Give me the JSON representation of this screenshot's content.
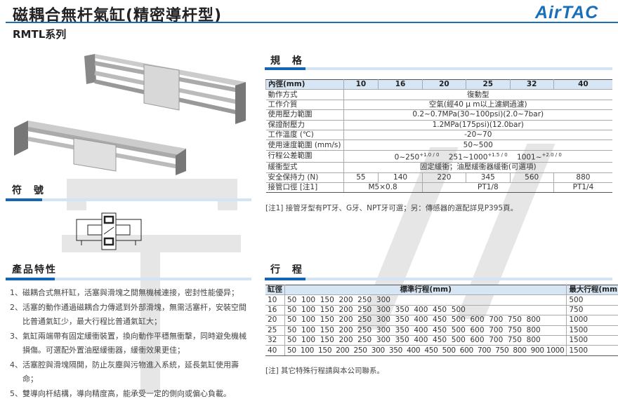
{
  "header": {
    "title": "磁耦合無杆氣缸(精密導杆型)",
    "series": "RMTL系列",
    "logo": "AirTAC"
  },
  "colors": {
    "accent": "#1565b5",
    "header_bg": "#d7e6f5"
  },
  "spec": {
    "heading": "規 格",
    "columns": [
      "內徑(mm)",
      "10",
      "16",
      "20",
      "25",
      "32",
      "40"
    ],
    "rows": [
      {
        "label": "動作方式",
        "value": "復動型"
      },
      {
        "label": "工作介質",
        "value": "空氣(經40 μ m以上濾網過濾)"
      },
      {
        "label": "使用壓力範圍",
        "value": "0.2~0.7MPa(30~100psi)(2.0~7bar)"
      },
      {
        "label": "保證耐壓力",
        "value": "1.2MPa(175psi)(12.0bar)"
      },
      {
        "label": "工作溫度 (℃)",
        "value": "-20~70"
      },
      {
        "label": "使用速度範圍 (mm/s)",
        "value": "50~500"
      },
      {
        "label": "行程公差範圍",
        "t1": "0~250",
        "t1s": "+1.0 / 0",
        "t2": "251~1000",
        "t2s": "+1.5 / 0",
        "t3": "1001~",
        "t3s": "+2.0 / 0"
      },
      {
        "label": "緩衝型式",
        "value": "固定緩衝；油壓緩衝器緩衝(可選項)"
      },
      {
        "label": "安全保持力 (N)",
        "values": [
          "55",
          "140",
          "220",
          "345",
          "560",
          "880"
        ]
      },
      {
        "label": "接管口徑 [注1]",
        "p1": "M5×0.8",
        "p2": "PT1/8",
        "p3": "PT1/4"
      }
    ],
    "note": "[注1] 接管牙型有PT牙、G牙、NPT牙可選；另：傳感器的選配詳見P395頁。"
  },
  "symbol": {
    "heading": "符 號"
  },
  "features": {
    "heading": "產品特性",
    "items": [
      "1、磁耦合式無杆缸，活塞與滑塊之間無機械連接，密封性能優异；",
      "2、活塞的動作通過磁耦合力傳遞到外部滑塊，無需活塞杆，安裝空間比普通氣缸少，最大行程比普通氣缸大；",
      "3、氣缸兩端帶有固定緩衝裝置，換向動作平穩無衝擊，同時避免機械損傷。可選配外置油壓緩衝器，緩衝效果更佳；",
      "4、活塞腔與滑塊隔開，防止灰塵與污物進入系統，延長氣缸使用壽命；",
      "5、雙導向杆結構，導向精度高，能承受一定的側向或偏心負載。"
    ]
  },
  "stroke": {
    "heading": "行 程",
    "columns": [
      "缸徑",
      "標準行程(mm)",
      "最大行程(mm)"
    ],
    "rows": [
      {
        "bore": "10",
        "std": "50  100  150  200  250  300",
        "max": "500"
      },
      {
        "bore": "16",
        "std": "50  100  150  200  250  300  350  400  450  500",
        "max": "750"
      },
      {
        "bore": "20",
        "std": "50  100  150  200  250  300  350  400  450  500  600  700  750  800",
        "max": "1000"
      },
      {
        "bore": "25",
        "std": "50  100  150  200  250  300  350  400  450  500  600  700  750  800",
        "max": "1500"
      },
      {
        "bore": "32",
        "std": "50  100  150  200  250  300  350  400  450  500  600  700  750  800",
        "max": "1500"
      },
      {
        "bore": "40",
        "std": "50  100  150  200  250  300  350  400  450  500  600  700  750  800  900 1000",
        "max": "1500"
      }
    ],
    "note": "[注] 其它特殊行程請與本公司聯系。"
  }
}
